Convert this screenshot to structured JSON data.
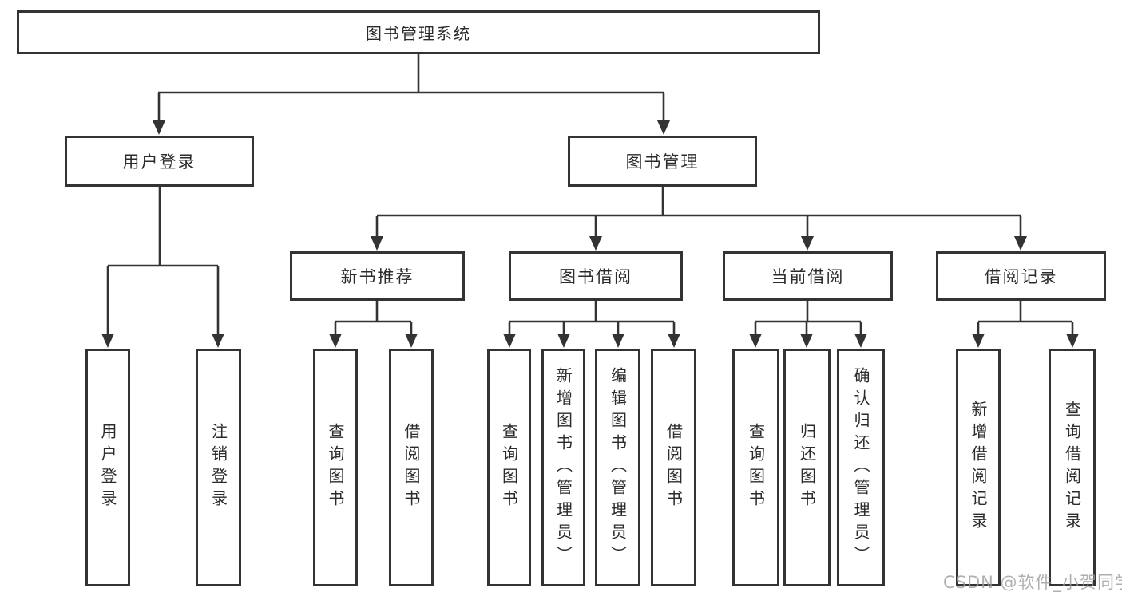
{
  "nodes": {
    "root": "图书管理系统",
    "user_login": "用户登录",
    "book_mgmt": "图书管理",
    "new_book": "新书推荐",
    "book_borrow": "图书借阅",
    "current_borrow": "当前借阅",
    "borrow_record": "借阅记录",
    "ul_login": "用户登录",
    "ul_logout": "注销登录",
    "nb_query": "查询图书",
    "nb_borrow": "借阅图书",
    "bb_query": "查询图书",
    "bb_add": "新增图书（管理员）",
    "bb_edit": "编辑图书（管理员）",
    "bb_borrow": "借阅图书",
    "cb_query": "查询图书",
    "cb_return": "归还图书",
    "cb_confirm": "确认归还（管理员）",
    "br_add": "新增借阅记录",
    "br_query": "查询借阅记录"
  },
  "structure": {
    "图书管理系统": {
      "用户登录": [
        "用户登录",
        "注销登录"
      ],
      "图书管理": {
        "新书推荐": [
          "查询图书",
          "借阅图书"
        ],
        "图书借阅": [
          "查询图书",
          "新增图书（管理员）",
          "编辑图书（管理员）",
          "借阅图书"
        ],
        "当前借阅": [
          "查询图书",
          "归还图书",
          "确认归还（管理员）"
        ],
        "借阅记录": [
          "新增借阅记录",
          "查询借阅记录"
        ]
      }
    }
  },
  "watermark": {
    "text": "CSDN @软件_小贺同学"
  },
  "colors": {
    "line": "#333333",
    "box_border": "#333333",
    "text": "#2b2b2b",
    "watermark": "#9c9c9c",
    "background": "#ffffff"
  }
}
